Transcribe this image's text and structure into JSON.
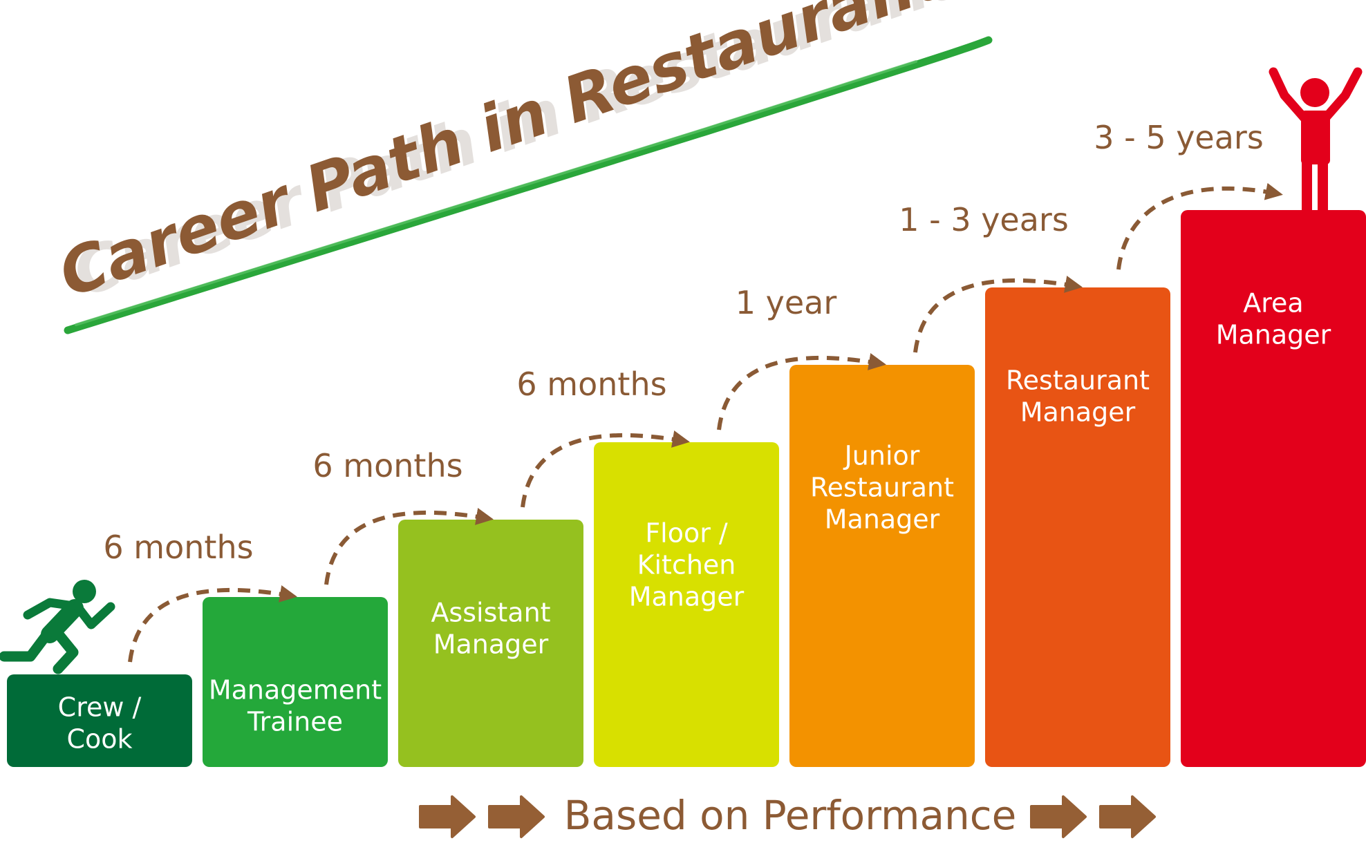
{
  "title": "Career Path in Restaurant Operations",
  "steps": [
    {
      "lines": [
        "Crew /",
        "Cook"
      ],
      "color": "#006b38"
    },
    {
      "lines": [
        "Management",
        "Trainee"
      ],
      "color": "#24a83a"
    },
    {
      "lines": [
        "Assistant",
        "Manager"
      ],
      "color": "#95c11f"
    },
    {
      "lines": [
        "Floor /",
        "Kitchen",
        "Manager"
      ],
      "color": "#d8e000"
    },
    {
      "lines": [
        "Junior",
        "Restaurant",
        "Manager"
      ],
      "color": "#f39200"
    },
    {
      "lines": [
        "Restaurant",
        "Manager"
      ],
      "color": "#e85414"
    },
    {
      "lines": [
        "Area",
        "Manager"
      ],
      "color": "#e3001b"
    }
  ],
  "durations": [
    "6 months",
    "6 months",
    "6 months",
    "1 year",
    "1 - 3 years",
    "3 - 5 years"
  ],
  "footer": "Based on Performance",
  "colors": {
    "brown": "#8c5a34",
    "title_underline": "#2aa63a",
    "runner": "#0a7a3a",
    "winner": "#e3001b"
  },
  "icons": {
    "runner": "running-person-icon",
    "winner": "celebrating-person-icon",
    "arrow": "arrow-right-icon"
  }
}
